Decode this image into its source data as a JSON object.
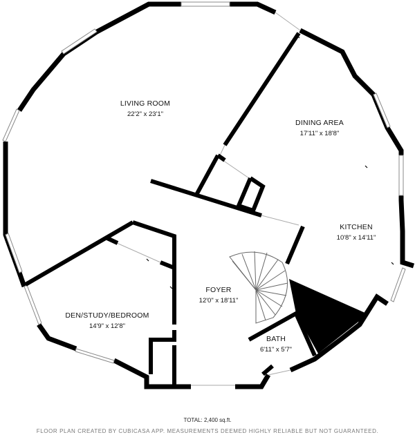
{
  "rooms": [
    {
      "key": "living",
      "name": "LIVING ROOM",
      "dims": "22'2\" x 23'1\""
    },
    {
      "key": "dining",
      "name": "DINING AREA",
      "dims": "17'11\" x 18'8\""
    },
    {
      "key": "kitchen",
      "name": "KITCHEN",
      "dims": "10'8\" x 14'11\""
    },
    {
      "key": "foyer",
      "name": "FOYER",
      "dims": "12'0\" x 18'11\""
    },
    {
      "key": "den",
      "name": "DEN/STUDY/BEDROOM",
      "dims": "14'9\" x 12'8\""
    },
    {
      "key": "bath",
      "name": "BATH",
      "dims": "6'11\" x 5'7\""
    }
  ],
  "footer": {
    "total": "TOTAL: 2,400 sq.ft.",
    "disclaimer": "FLOOR PLAN CREATED BY CUBICASA APP. MEASUREMENTS DEEMED HIGHLY RELIABLE BUT NOT GUARANTEED."
  }
}
